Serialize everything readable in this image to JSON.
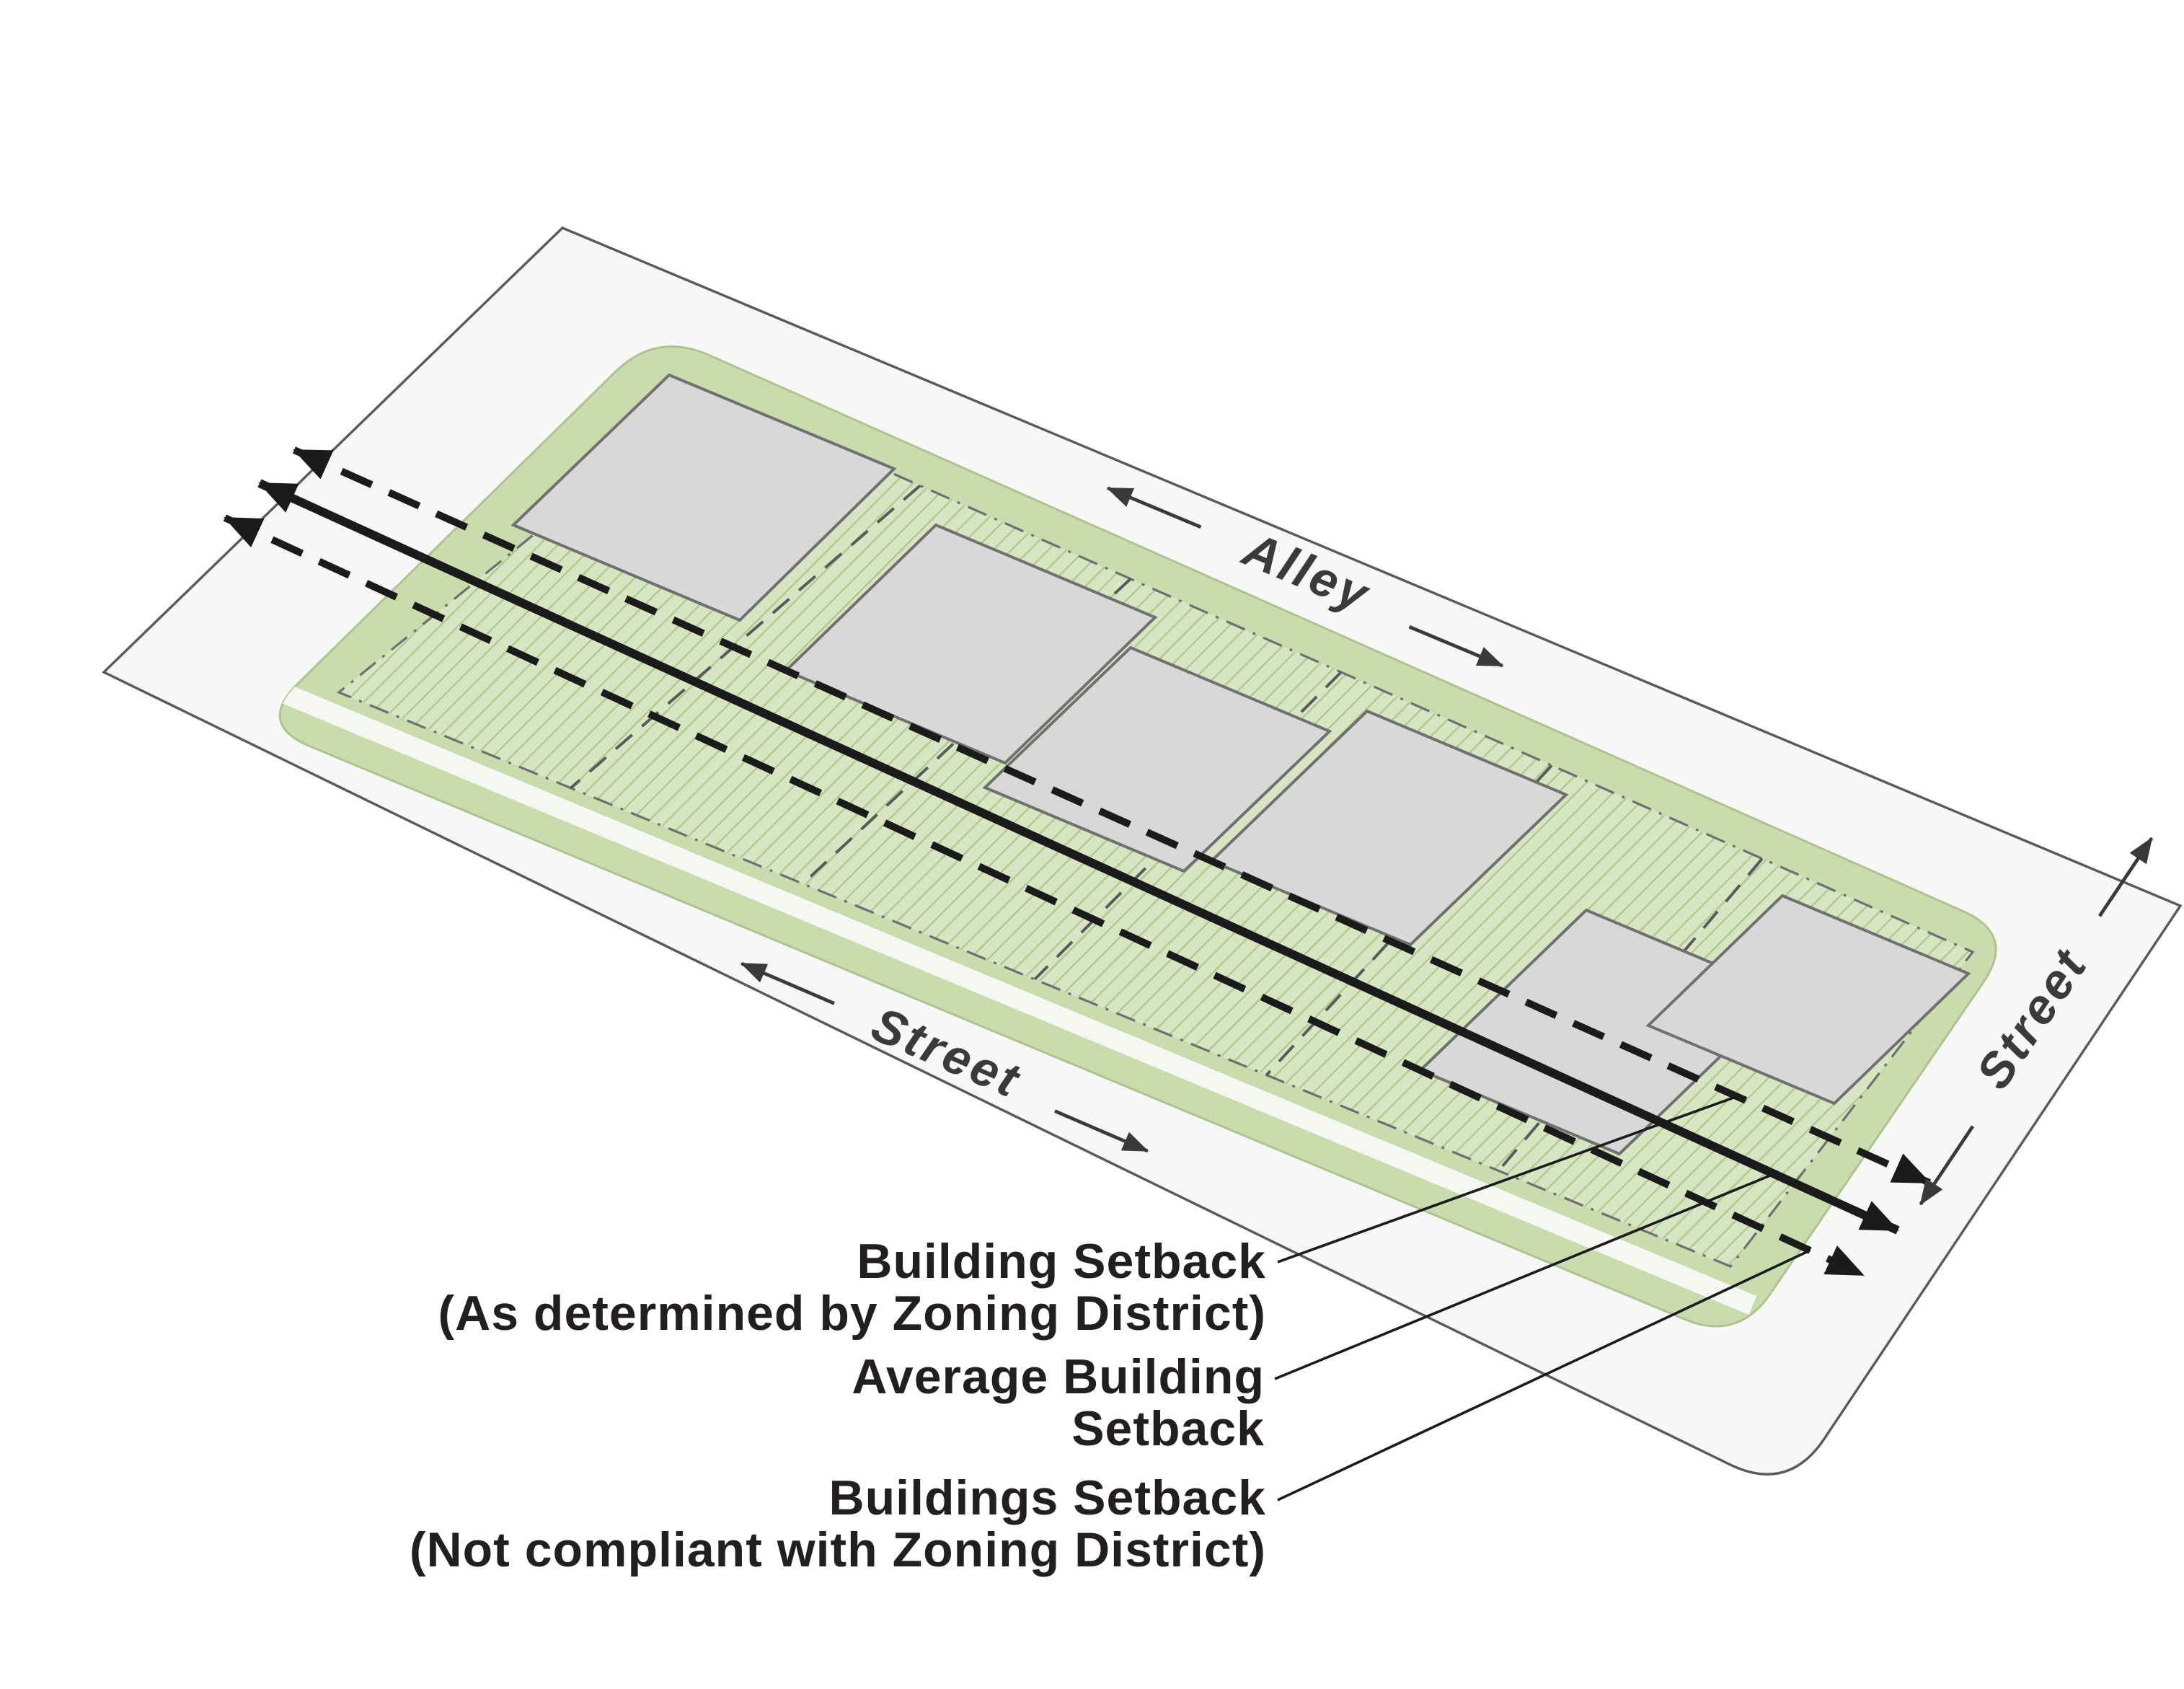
{
  "diagram": {
    "street_labels": {
      "alley": "Alley",
      "street_front": "Street",
      "street_side": "Street"
    },
    "annotations": {
      "zoning": {
        "line1": "Building Setback",
        "line2": "(As determined by Zoning District)"
      },
      "average": {
        "line1": "Average Building",
        "line2": "Setback"
      },
      "noncompliant": {
        "line1": "Buildings Setback",
        "line2": "(Not compliant with Zoning District)"
      }
    },
    "colors": {
      "page_bg": "#ffffff",
      "block_fill": "#f7f8f5",
      "block_stroke": "#58595b",
      "green_band": "#c9dcae",
      "hatch_bg": "#d7e5c2",
      "hatch_line": "#aecb90",
      "sidewalk": "#f5f7f2",
      "building_fill": "#d8d9d6",
      "building_stroke": "#707070",
      "setback_line": "#1b1b1b",
      "lot_line": "#5a5a5a",
      "text": "#231f20"
    }
  }
}
